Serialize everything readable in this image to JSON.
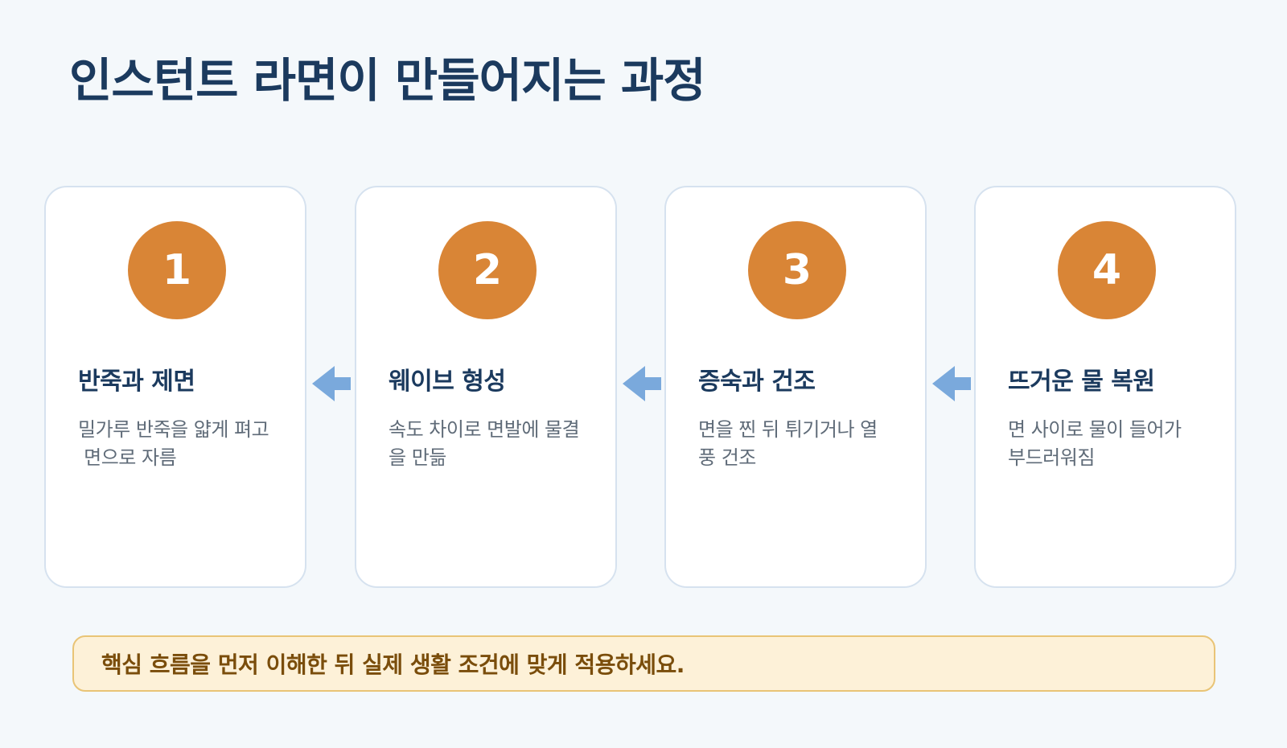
{
  "title": "인스턴트 라면이 만들어지는 과정",
  "steps": [
    {
      "number": "1",
      "title": "반죽과 제면",
      "description": "밀가루 반죽을 얇게 펴고\n 면으로 자름"
    },
    {
      "number": "2",
      "title": "웨이브 형성",
      "description": "속도 차이로 면발에 물결\n을 만듦"
    },
    {
      "number": "3",
      "title": "증숙과 건조",
      "description": "면을 찐 뒤 튀기거나 열\n풍 건조"
    },
    {
      "number": "4",
      "title": "뜨거운 물 복원",
      "description": "면 사이로 물이 들어가\n부드러워짐"
    }
  ],
  "note": "핵심 흐름을 먼저 이해한 뒤 실제 생활 조건에 맞게 적용하세요.",
  "colors": {
    "background": "#f4f8fb",
    "title": "#1b3a5e",
    "circle": "#d98536",
    "arrow": "#7aa9dc",
    "card_border": "#d6e2ef",
    "note_bg": "#fdf1d8",
    "note_border": "#e9c476",
    "note_text": "#7a4d0b"
  },
  "arrow_icon": "arrow-left-icon"
}
